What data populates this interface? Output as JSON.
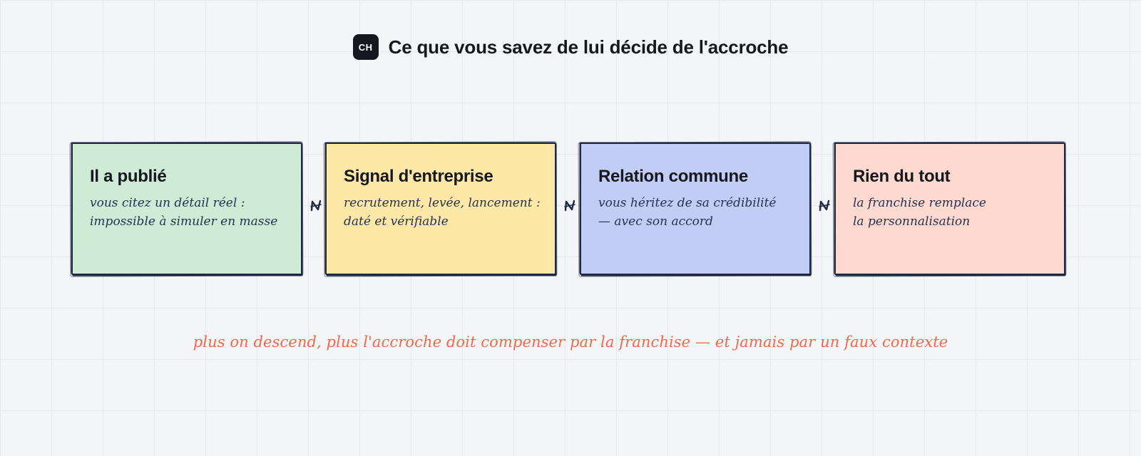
{
  "header": {
    "logo": "CH",
    "title": "Ce que vous savez de lui décide de l'accroche"
  },
  "boxes": [
    {
      "title": "Il a publié",
      "desc": "vous citez un détail réel :\nimpossible à simuler en masse",
      "color": "#cdebd5"
    },
    {
      "title": "Signal d'entreprise",
      "desc": "recrutement, levée, lancement :\ndaté et vérifiable",
      "color": "#fde8a8"
    },
    {
      "title": "Relation commune",
      "desc": "vous héritez de sa crédibilité\n— avec son accord",
      "color": "#c2cdf6"
    },
    {
      "title": "Rien du tout",
      "desc": "la franchise remplace\nla personnalisation",
      "color": "#fed9cf"
    }
  ],
  "footnote": "plus on descend, plus l'accroche doit compenser par la franchise — et jamais par un faux contexte",
  "colors": {
    "ink": "#1f2942",
    "accent": "#f0694a"
  },
  "connector_icon": "sketch-arrow-icon"
}
